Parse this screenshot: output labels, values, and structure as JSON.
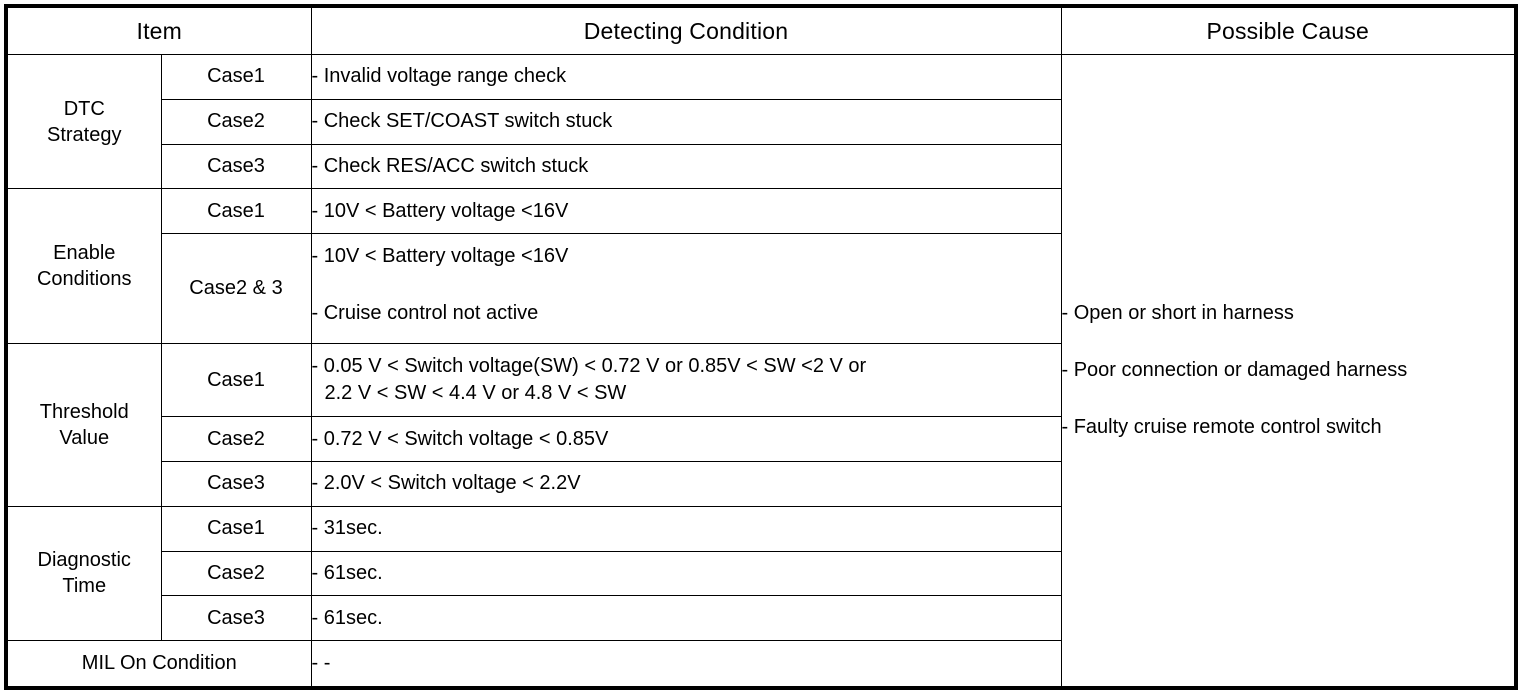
{
  "table": {
    "headers": {
      "item": "Item",
      "detecting_condition": "Detecting Condition",
      "possible_cause": "Possible Cause"
    },
    "groups": [
      {
        "item_label": "DTC\nStrategy",
        "item_line1": "DTC",
        "item_line2": "Strategy",
        "rows": [
          {
            "case": "Case1",
            "condition": "-  Invalid voltage range check"
          },
          {
            "case": "Case2",
            "condition": "-  Check SET/COAST switch stuck"
          },
          {
            "case": "Case3",
            "condition": "-  Check RES/ACC switch stuck"
          }
        ]
      },
      {
        "item_line1": "Enable",
        "item_line2": "Conditions",
        "rows": [
          {
            "case": "Case1",
            "condition": "-  10V < Battery voltage <16V"
          },
          {
            "case": "Case2 & 3",
            "condition_line1": "-  10V < Battery voltage <16V",
            "condition_line2": "-  Cruise control not active"
          }
        ]
      },
      {
        "item_line1": "Threshold",
        "item_line2": "Value",
        "rows": [
          {
            "case": "Case1",
            "condition_line1": "-  0.05 V < Switch voltage(SW) < 0.72 V or 0.85V < SW <2 V or",
            "condition_line2": "2.2 V < SW < 4.4 V or 4.8 V < SW"
          },
          {
            "case": "Case2",
            "condition": "-  0.72 V < Switch voltage < 0.85V"
          },
          {
            "case": "Case3",
            "condition": "-  2.0V < Switch voltage < 2.2V"
          }
        ]
      },
      {
        "item_line1": "Diagnostic",
        "item_line2": "Time",
        "rows": [
          {
            "case": "Case1",
            "condition": "-  31sec."
          },
          {
            "case": "Case2",
            "condition": "-  61sec."
          },
          {
            "case": "Case3",
            "condition": "-  61sec."
          }
        ]
      }
    ],
    "mil_row": {
      "label": "MIL On Condition",
      "condition": "-  -"
    },
    "possible_cause_items": [
      "-  Open or short in harness",
      "-  Poor connection or damaged harness",
      "-  Faulty cruise remote control switch"
    ]
  },
  "colors": {
    "border": "#000000",
    "text": "#000000",
    "background": "#ffffff"
  }
}
